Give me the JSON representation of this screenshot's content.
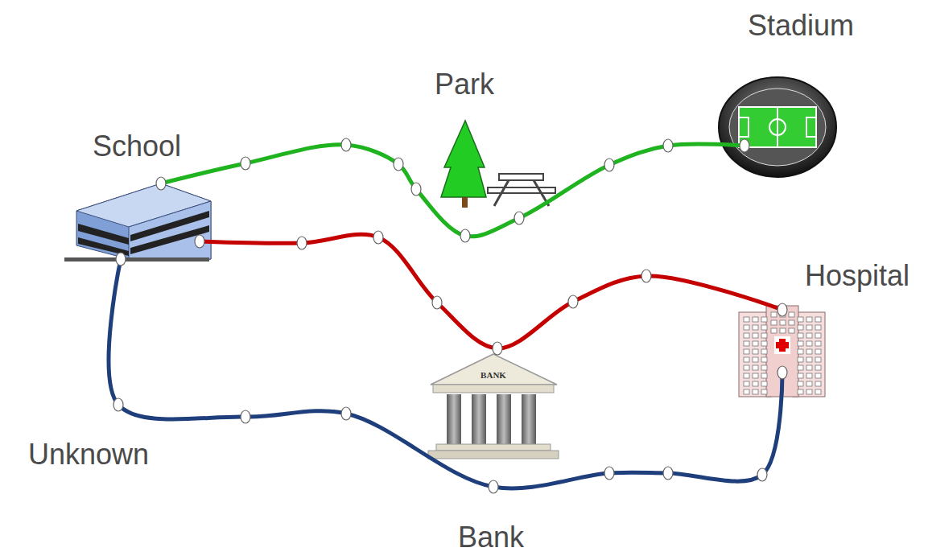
{
  "diagram": {
    "labels": [
      "Stadium",
      "Park",
      "School",
      "Hospital",
      "Unknown",
      "Bank",
      "BANK"
    ]
  }
}
